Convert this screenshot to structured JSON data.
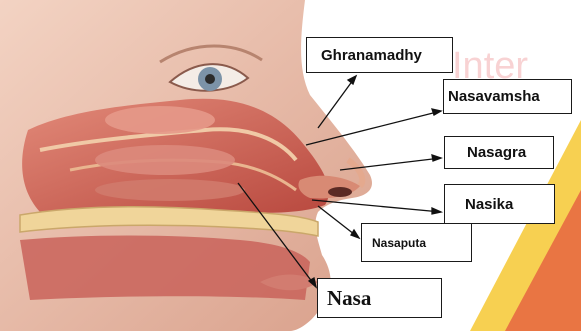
{
  "labels": {
    "ghranamadhy": "Ghranamadhy",
    "nasavamsha": "Nasavamsha",
    "nasagra": "Nasagra",
    "nasika": "Nasika",
    "nasaputa": "Nasaputa",
    "nasa": "Nasa"
  },
  "watermark": "Inter",
  "colors": {
    "background": "#ffffff",
    "skin": "#e9b9a4",
    "tissue": "#d97b6e",
    "cavity": "#c8564e",
    "bone": "#f0d59a",
    "watermark_red": "#e0393b",
    "watermark_yellow": "#f6c832",
    "line": "#111111"
  }
}
